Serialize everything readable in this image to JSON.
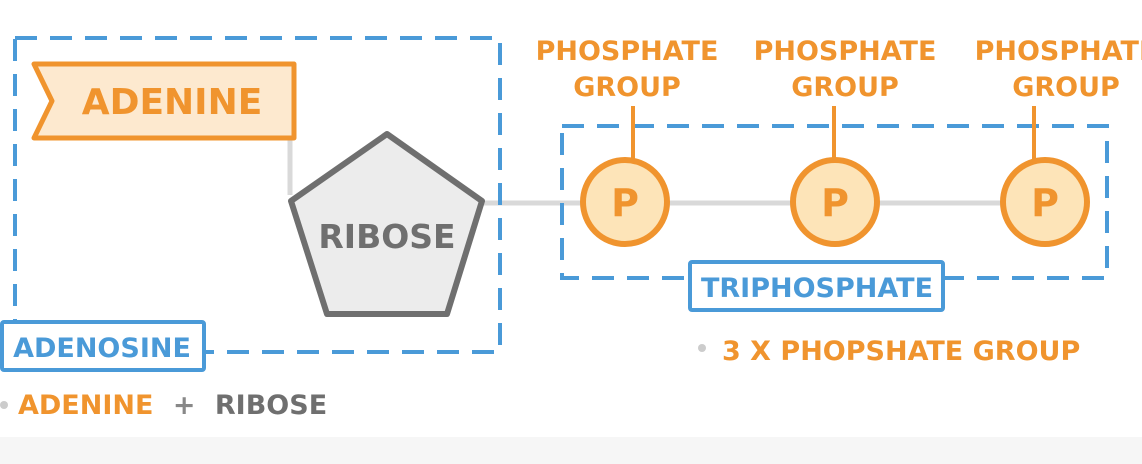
{
  "colors": {
    "orange": "#f0942e",
    "orange_fill": "#fde9cf",
    "blue": "#4a9ad8",
    "grey": "#6f6f6f",
    "grey_fill": "#ececec",
    "line": "#d9d9d9",
    "p_fill": "#fde4b8"
  },
  "adenine": {
    "label": "ADENINE"
  },
  "ribose": {
    "label": "RIBOSE"
  },
  "adenosine": {
    "label": "ADENOSINE"
  },
  "triphosphate": {
    "label": "TRIPHOSPHATE"
  },
  "phosphates": [
    {
      "symbol": "P",
      "title_line1": "PHOSPHATE",
      "title_line2": "GROUP"
    },
    {
      "symbol": "P",
      "title_line1": "PHOSPHATE",
      "title_line2": "GROUP"
    },
    {
      "symbol": "P",
      "title_line1": "PHOSPHATE",
      "title_line2": "GROUP"
    }
  ],
  "notes": {
    "adenosine_formula": {
      "part1": "ADENINE",
      "plus": "+",
      "part2": "RIBOSE"
    },
    "triphosphate_formula": "3 X PHOPSHATE GROUP"
  }
}
